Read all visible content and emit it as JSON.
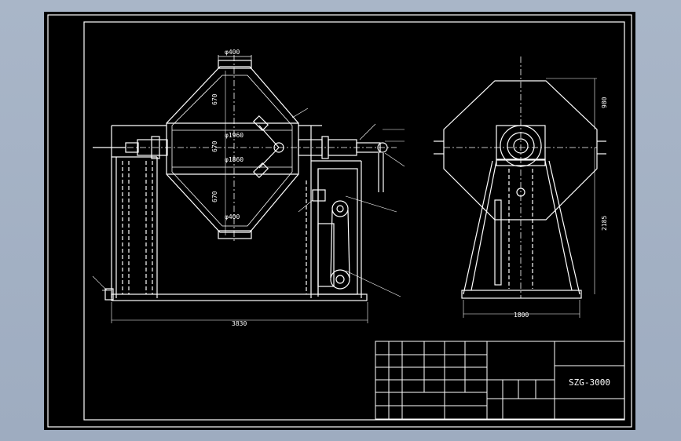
{
  "drawing": {
    "model": "SZG-3000",
    "dimensions": {
      "top_opening_diameter": "φ400",
      "bottom_opening_diameter": "φ400",
      "upper_cone_height": "670",
      "lower_cone_height": "670",
      "cylinder_height": "670",
      "cylinder_diameter_upper": "φ1960",
      "cylinder_diameter_lower": "φ1860",
      "total_length": "3830",
      "side_height_upper": "980",
      "side_height_total": "2185",
      "base_width": "1800"
    }
  },
  "colors": {
    "background": "#000000",
    "line": "#ffffff",
    "frame": "#a9b6c8"
  }
}
